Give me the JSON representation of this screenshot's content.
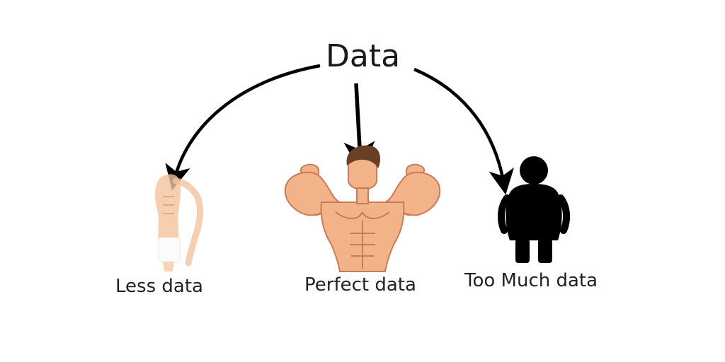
{
  "title": "Data",
  "figures": [
    {
      "name": "thin",
      "caption": "Less data"
    },
    {
      "name": "muscular",
      "caption": "Perfect data"
    },
    {
      "name": "heavy",
      "caption": "Too Much data"
    }
  ],
  "colors": {
    "background": "#ffffff",
    "arrow": "#000000",
    "text": "#222222",
    "skin": "#f2b388",
    "skin_shade": "#c97b57",
    "hair": "#6b3e26",
    "silhouette": "#000000",
    "shorts": "#fbfbfb"
  },
  "icons": [
    "thin-figure-icon",
    "muscular-figure-icon",
    "heavy-figure-icon"
  ]
}
